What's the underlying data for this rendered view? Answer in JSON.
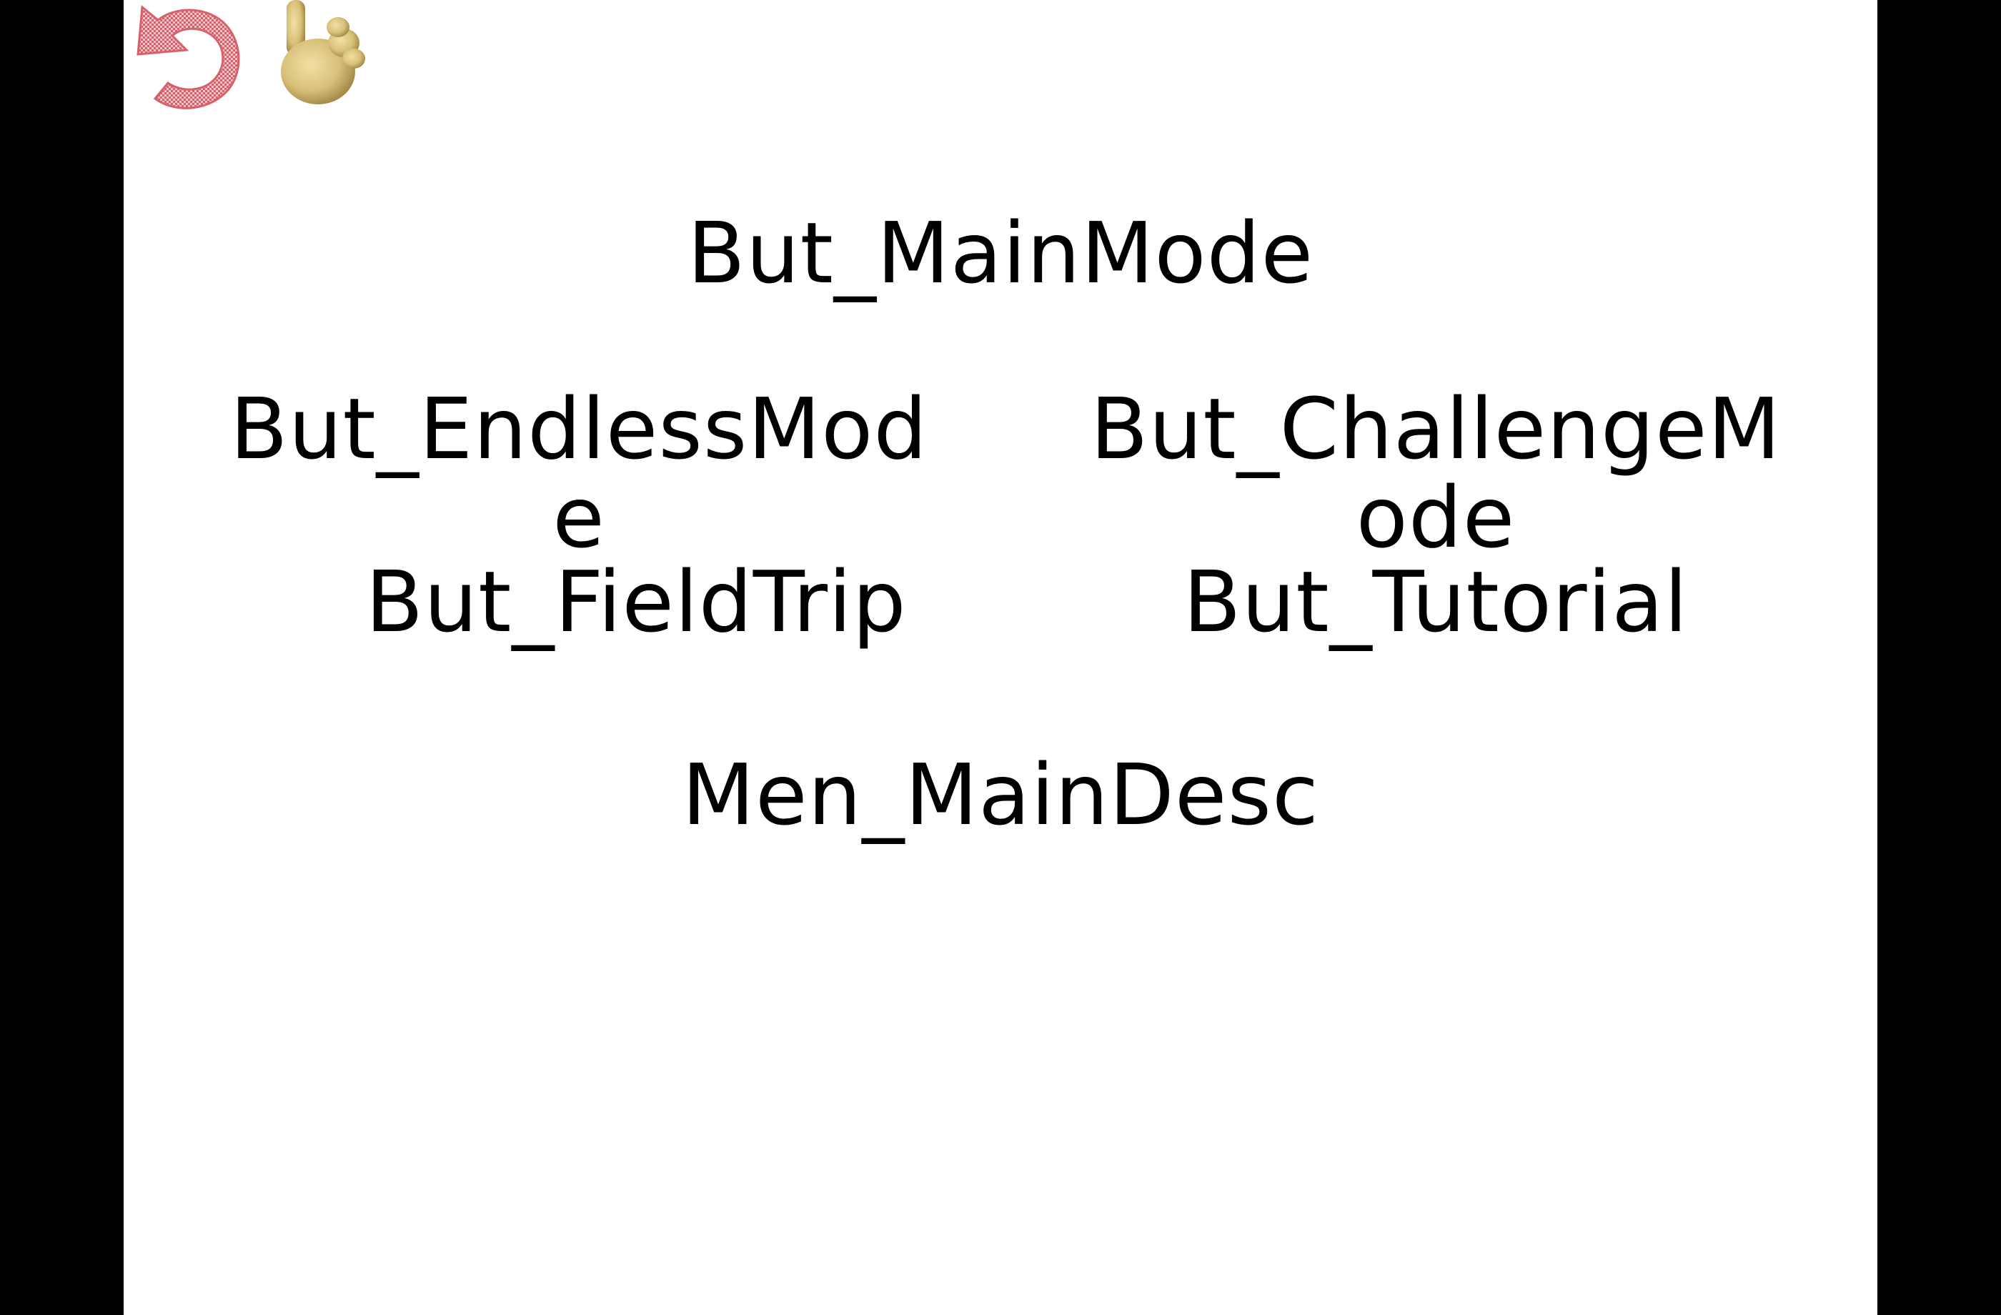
{
  "screen": {
    "background_color": "#000000",
    "stage_color": "#ffffff",
    "text_color": "#000000"
  },
  "icons": {
    "back": "back-arrow-icon",
    "back_color": "#d9606a",
    "cursor": "pointing-hand-icon",
    "cursor_color": "#d8c07a"
  },
  "menu": {
    "main_mode": "But_MainMode",
    "endless_mode": "But_EndlessMode",
    "challenge_mode": "But_ChallengeMode",
    "field_trip": "But_FieldTrip",
    "tutorial": "But_Tutorial",
    "main_desc": "Men_MainDesc"
  }
}
